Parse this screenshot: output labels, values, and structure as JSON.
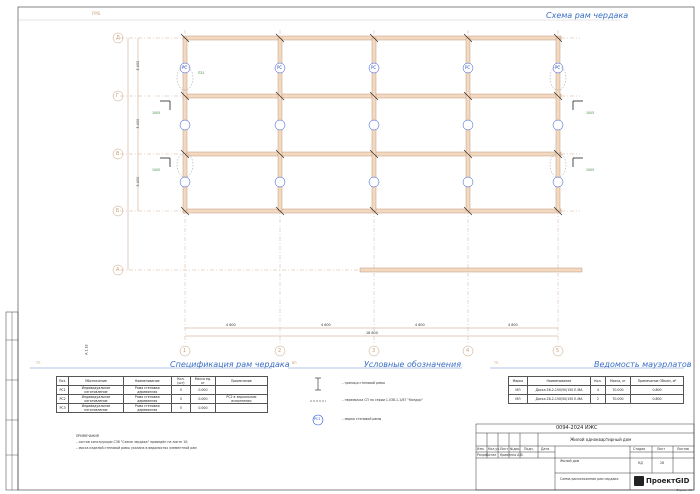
{
  "sheet": {
    "top_left_tag": "FMS",
    "side_tag": "А.1.18"
  },
  "plan": {
    "title": "Схема рам чердака",
    "tag": "FMS",
    "row_axes": [
      "Д",
      "Г",
      "В",
      "Б",
      "А"
    ],
    "col_axes": [
      "1",
      "2",
      "3",
      "4",
      "5"
    ],
    "col_dims": [
      "4 600",
      "4 600",
      "4 600",
      "4 800"
    ],
    "overall_dim": "18 800",
    "frame_marks": [
      "РС",
      "РС",
      "РС",
      "РС",
      "РС"
    ],
    "beam_label": "ПЗ1",
    "section_labels": [
      "1005",
      "1005",
      "1005",
      "1005"
    ],
    "side_dims": [
      "3 400",
      "3 400",
      "3 400"
    ]
  },
  "spec": {
    "title": "Спецификация рам чердака",
    "tag": "ТП",
    "headers": [
      "Поз.",
      "Обозначение",
      "Наименование",
      "Кол. (шт)",
      "Масса ед. кг",
      "Примечание"
    ],
    "rows": [
      [
        "РС1",
        "Индивидуальное изготовление",
        "Рама стеновая деревянная",
        "5",
        "0.000",
        ""
      ],
      [
        "РС2",
        "Индивидуальное изготовление",
        "Рама стеновая деревянная",
        "5",
        "0.000",
        "РС2 в зеркальном исполнении"
      ],
      [
        "РС3",
        "Индивидуальное изготовление",
        "Рама стеновая деревянная",
        "5",
        "0.000",
        ""
      ]
    ],
    "notes_title": "ПРИМЕЧАНИЯ",
    "notes": [
      "– состав конструкции С36 \"Схема чердака\" приведён на листе 10;",
      "– масса изделий стеновой рамы указана в ведомостях элементной рам"
    ]
  },
  "legend": {
    "title": "Условные обозначения",
    "tag": "ВП",
    "items": [
      "– граница стеновой рамы",
      "– перемычка СП по серии 1.038.1-1/87 \"Кондор\"",
      "– марка стеновой рамы"
    ],
    "mark": "РС1"
  },
  "statement": {
    "title": "Ведомость мауэрлатов",
    "tag": "ТП",
    "headers": [
      "Марка",
      "Наименование",
      "Кол.",
      "Масса, кг",
      "Примечание Объем, м³"
    ],
    "rows": [
      [
        "МЛ",
        "Доска 28-2-150/50/150 Е-МА",
        "4",
        "70.000",
        "0.800"
      ],
      [
        "МЛ",
        "Доска 28-2-150/50/150 Е-МА",
        "2",
        "70.000",
        "0.800"
      ]
    ]
  },
  "stamp": {
    "code": "0094-2024 ИЖС",
    "project": "Жилой одноквартирный дом",
    "object": "Жилой дом",
    "sheet_name": "Схема расположения рам чердака",
    "stage_header": "Стадия",
    "sheet_header": "Лист",
    "sheets_header": "Листов",
    "stage": "КД",
    "sheet": "28",
    "sheets": "",
    "roles": [
      "Изм.",
      "Кол.уч.",
      "Лист",
      "№док.",
      "Подп.",
      "Дата"
    ],
    "developer": "Разработал",
    "developer_name": "Кривенко А.В.",
    "company": "ПроектGID",
    "format": "Формат А3"
  },
  "colors": {
    "line": "#c98a5c",
    "beam": "#e8c7a8",
    "blue": "#2b4fd0",
    "title": "#3a6fc4"
  }
}
